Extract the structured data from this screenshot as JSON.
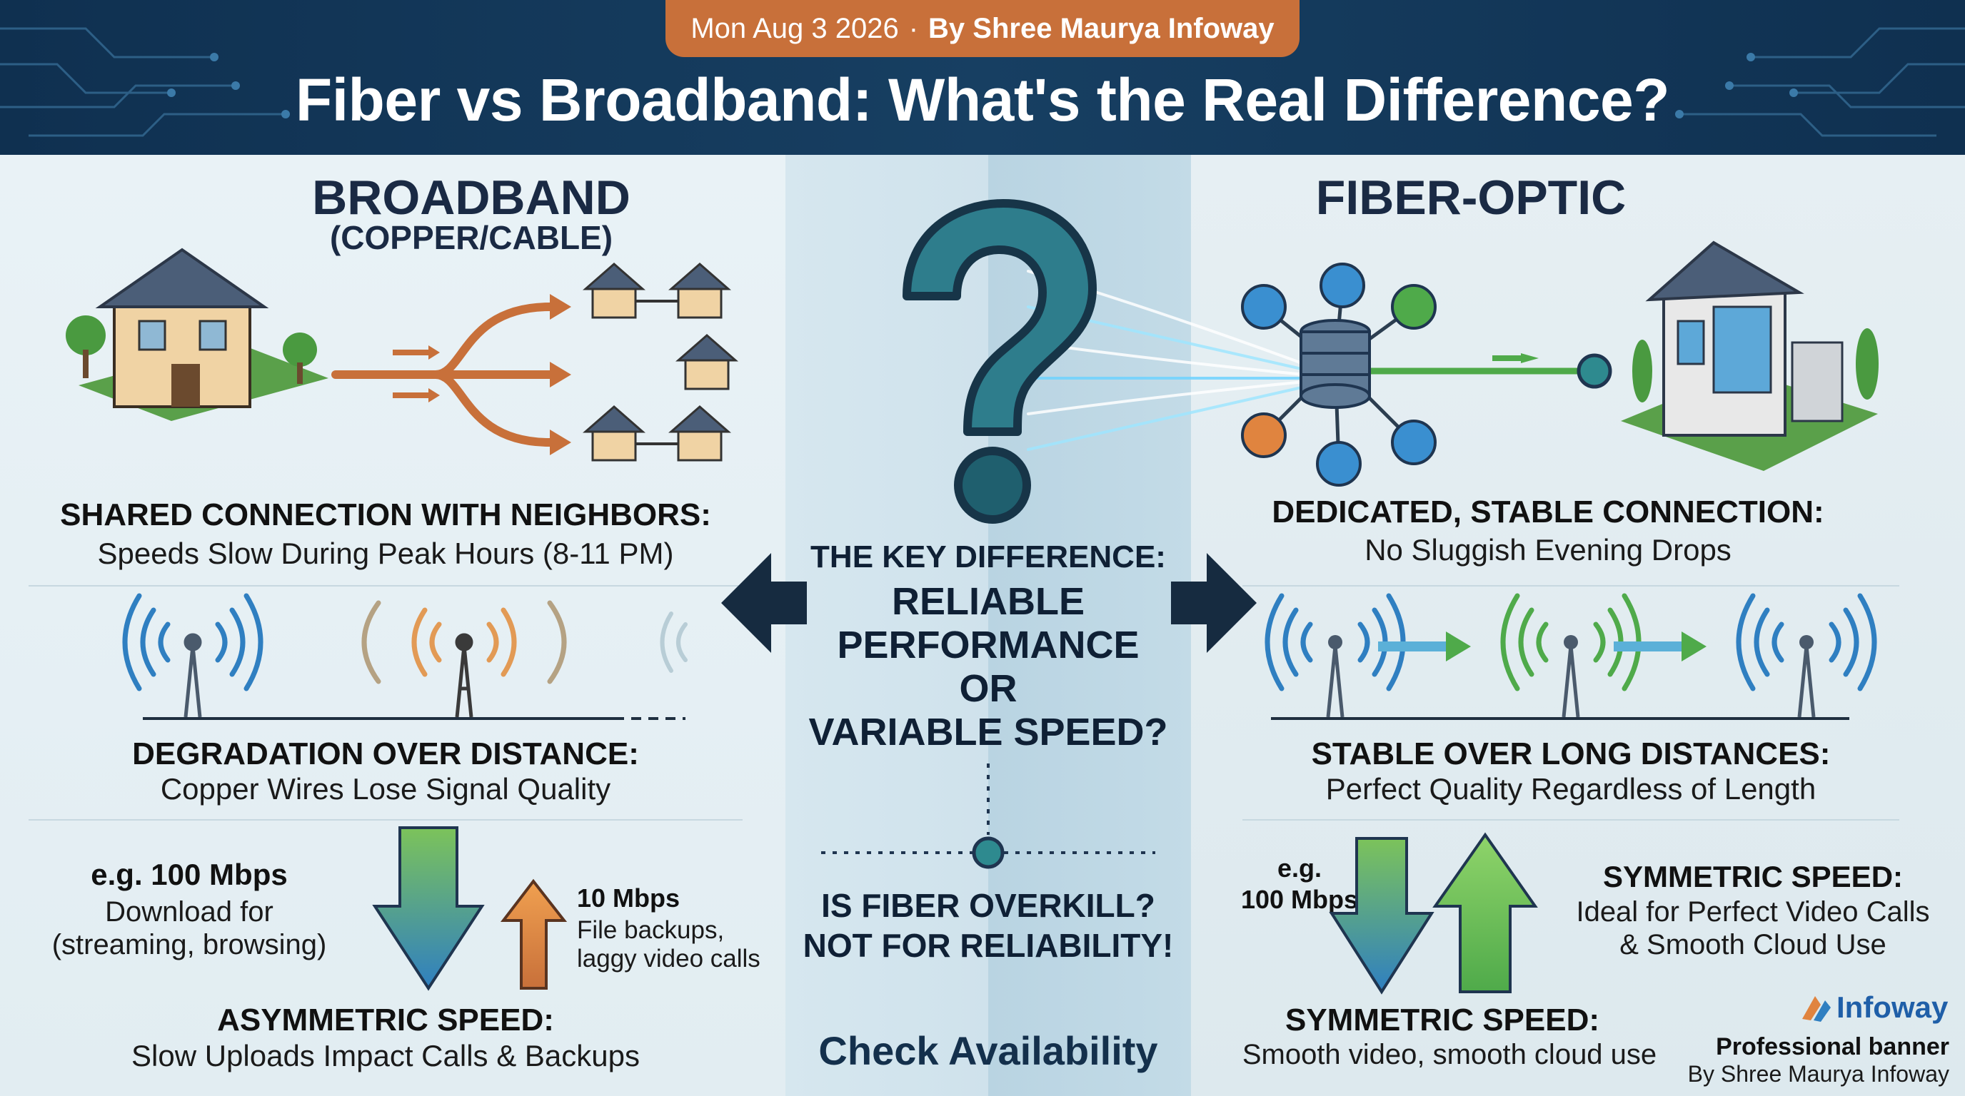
{
  "header": {
    "date": "Mon Aug 3 2026",
    "separator": "·",
    "byline": "By Shree Maurya Infoway",
    "title": "Fiber vs Broadband: What's the Real Difference?"
  },
  "broadband": {
    "heading": "BROADBAND",
    "subheading": "(COPPER/CABLE)",
    "shared_title": "SHARED CONNECTION WITH NEIGHBORS:",
    "shared_desc": "Speeds Slow During Peak Hours (8-11 PM)",
    "distance_title": "DEGRADATION OVER DISTANCE:",
    "distance_desc": "Copper Wires Lose Signal Quality",
    "download_speed": "e.g. 100 Mbps",
    "download_desc_1": "Download for",
    "download_desc_2": "(streaming, browsing)",
    "upload_speed": "10 Mbps",
    "upload_desc_1": "File backups,",
    "upload_desc_2": "laggy video calls",
    "speed_title": "ASYMMETRIC SPEED:",
    "speed_desc": "Slow Uploads Impact Calls & Backups"
  },
  "center": {
    "key_label": "THE KEY DIFFERENCE:",
    "line1": "RELIABLE",
    "line2": "PERFORMANCE",
    "line3": "OR",
    "line4": "VARIABLE SPEED?",
    "overkill_q": "IS FIBER OVERKILL?",
    "overkill_a": "NOT FOR RELIABILITY!",
    "cta": "Check Availability"
  },
  "fiber": {
    "heading": "FIBER-OPTIC",
    "dedicated_title": "DEDICATED, STABLE CONNECTION:",
    "dedicated_desc": "No Sluggish Evening Drops",
    "distance_title": "STABLE OVER LONG DISTANCES:",
    "distance_desc": "Perfect Quality Regardless of Length",
    "speed_label_1": "e.g.",
    "speed_label_2": "100 Mbps",
    "sym_title": "SYMMETRIC SPEED:",
    "sym_desc_1": "Ideal for Perfect Video Calls",
    "sym_desc_2": "& Smooth Cloud Use",
    "bottom_title": "SYMMETRIC SPEED:",
    "bottom_desc": "Smooth video, smooth cloud use"
  },
  "brand": {
    "name": "Infoway",
    "tagline": "Professional banner",
    "byline": "By Shree Maurya Infoway"
  },
  "colors": {
    "navy": "#0f3050",
    "copper": "#c8703a",
    "blue": "#2f7fc1",
    "green": "#4faa4a",
    "teal": "#2e7d8c"
  }
}
